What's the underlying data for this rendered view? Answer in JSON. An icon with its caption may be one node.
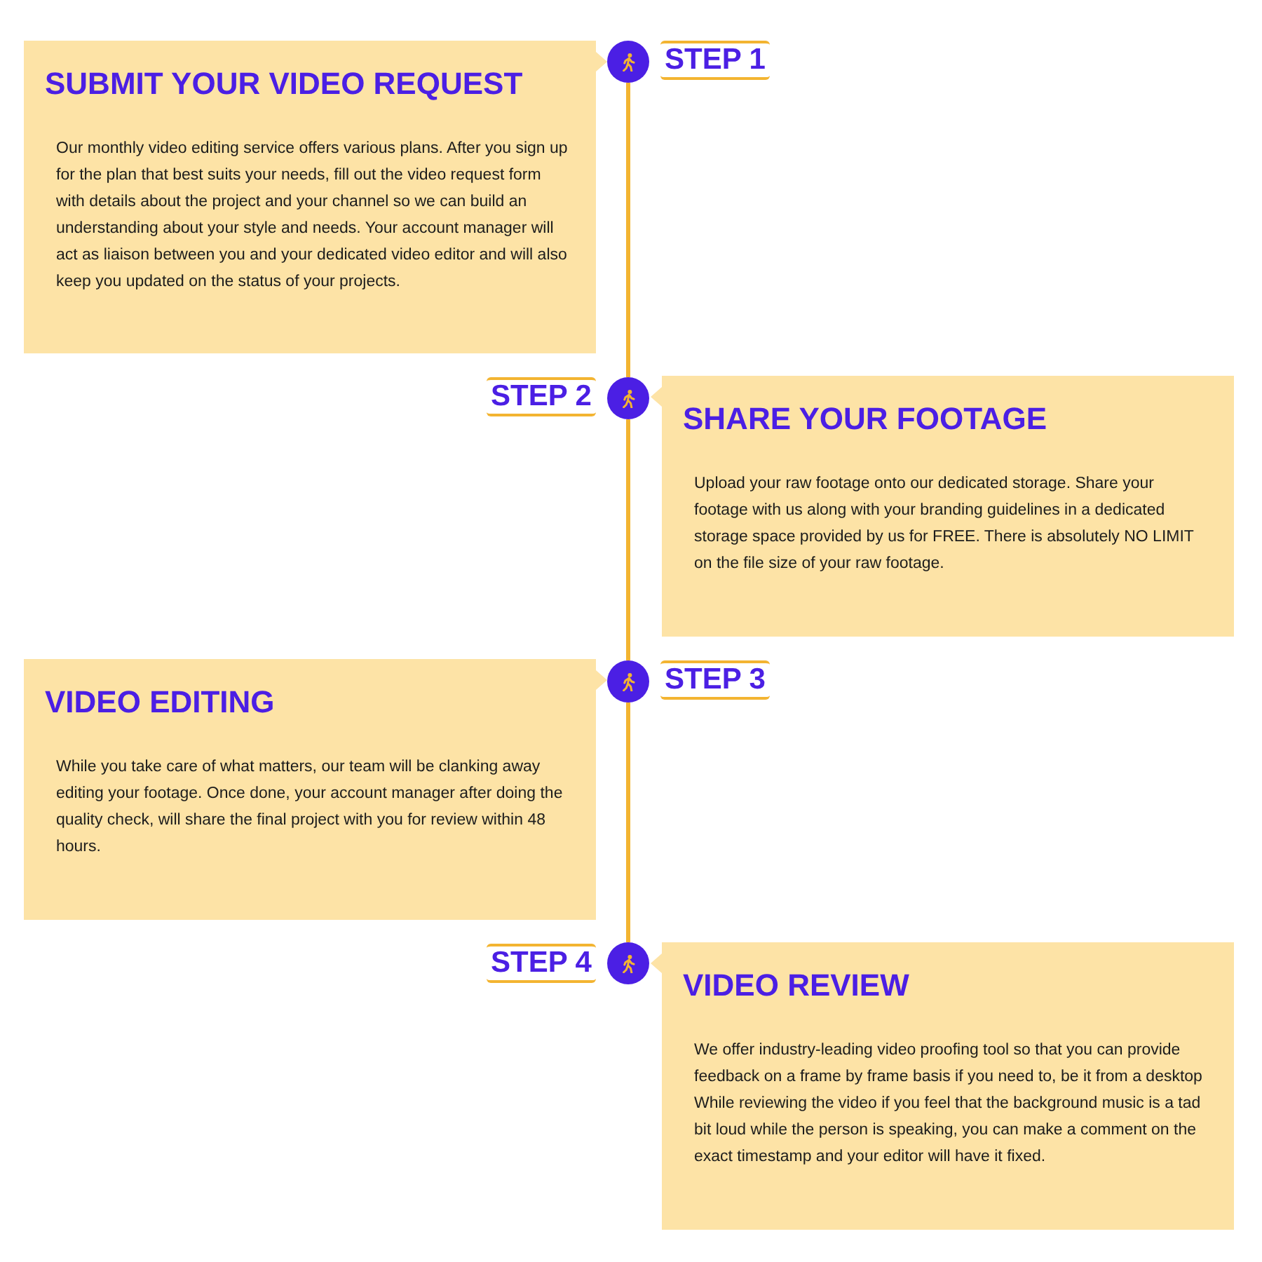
{
  "diagram": {
    "nodes": [
      {
        "text": [
          "SUBMIT YOUR VIDEO REQUEST",
          "Our monthly video editing service offers various plans. After you sign up for the plan that best suits your needs, fill out the video request form with details about the project and your channel so we can build an understanding about your style and needs. Your account manager will act as liaison between you and your dedicated video editor and will also keep you updated on the status of your projects."
        ]
      },
      {
        "text": [],
        "shape": "circle"
      },
      {
        "text": [
          "STEP 1"
        ]
      },
      {
        "text": [
          "STEP 2"
        ]
      },
      {
        "text": [],
        "shape": "circle"
      },
      {
        "text": [
          "SHARE YOUR FOOTAGE",
          "Upload your raw footage onto our dedicated storage. Share your footage with us along with your branding guidelines in a dedicated storage space provided by us for FREE. There is absolutely NO LIMIT on the file size of your raw footage."
        ]
      },
      {
        "text": [
          "VIDEO EDITING",
          "While you take care of what matters, our team will be clanking away editing your footage. Once done, your account manager after doing the quality check, will share the final project with you for review within 48 hours."
        ]
      },
      {
        "text": [],
        "shape": "circle"
      },
      {
        "text": [
          "STEP 3"
        ]
      },
      {
        "text": [
          "STEP 4"
        ]
      },
      {
        "text": [],
        "shape": "circle"
      },
      {
        "text": [
          "VIDEO REVIEW",
          "We offer industry-leading video proofing tool so that you can provide feedback on a frame by frame basis if you need to, be it from a desktop While reviewing the video if you feel that the background music is a tad bit loud while the person is speaking, you can make a comment on the exact timestamp and your editor will have it fixed."
        ]
      }
    ],
    "edges": [
      {
        "from": 1,
        "to": 4,
        "arrow": "none"
      },
      {
        "from": 4,
        "to": 7,
        "arrow": "none"
      },
      {
        "from": 7,
        "to": 10,
        "arrow": "none"
      }
    ]
  }
}
